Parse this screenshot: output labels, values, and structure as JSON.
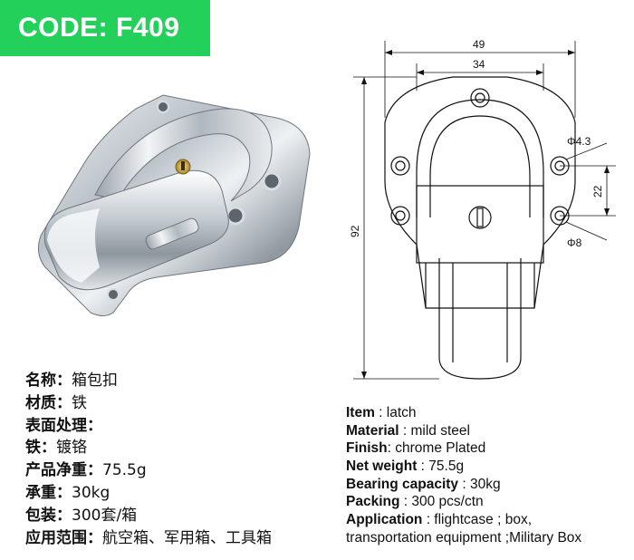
{
  "badge": {
    "code": "CODE: F409",
    "color": "#23d05a"
  },
  "drawing": {
    "dim_top_outer": "49",
    "dim_top_inner": "34",
    "dim_height": "92",
    "dim_hole_spacing": "22",
    "dim_small_hole": "Φ4.3",
    "dim_large_hole": "Φ8"
  },
  "specs_cn": [
    {
      "key": "名称：",
      "value": "箱包扣"
    },
    {
      "key": "材质：",
      "value": "铁"
    },
    {
      "key": "表面处理：",
      "value": ""
    },
    {
      "key": "铁：",
      "value": "镀铬"
    },
    {
      "key": "产品净重：",
      "value": "75.5g"
    },
    {
      "key": "承重：",
      "value": "30kg"
    },
    {
      "key": "包装：",
      "value": "300套/箱"
    },
    {
      "key": "应用范围：",
      "value": "航空箱、军用箱、工具箱"
    }
  ],
  "specs_en": [
    {
      "key": "Item",
      "value": " : latch"
    },
    {
      "key": "Material",
      "value": " : mild steel"
    },
    {
      "key": "Finish",
      "value": ": chrome Plated"
    },
    {
      "key": "Net weight",
      "value": " : 75.5g"
    },
    {
      "key": "Bearing capacity",
      "value": " : 30kg"
    },
    {
      "key": "Packing",
      "value": " : 300 pcs/ctn"
    },
    {
      "key": "Application",
      "value": " : flightcase ; box,"
    },
    {
      "key": "",
      "value": "transportation equipment ;Military Box"
    }
  ]
}
